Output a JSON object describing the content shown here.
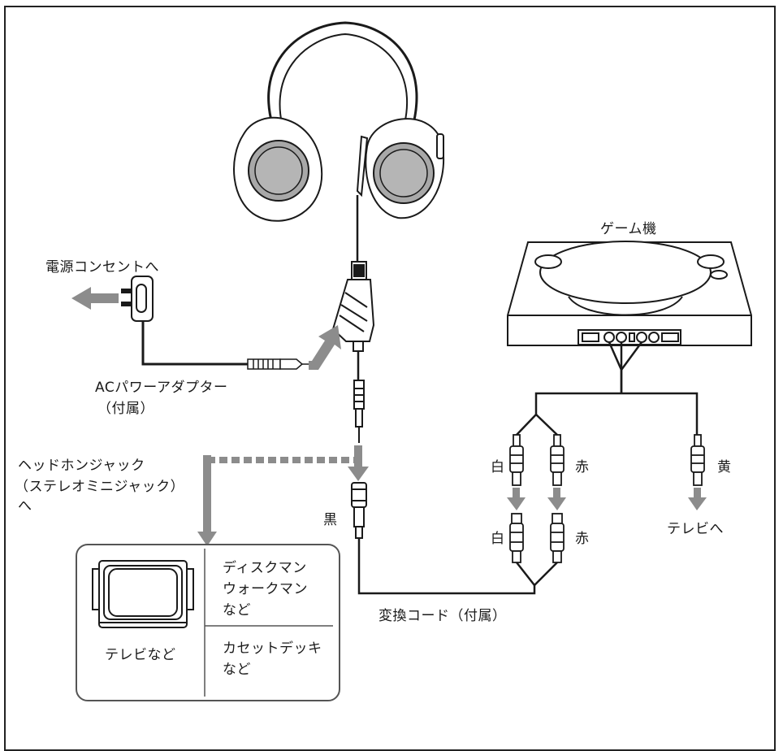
{
  "labels": {
    "game_console": "ゲーム機",
    "outlet": "電源コンセントへ",
    "ac_adapter_line1": "ACパワーアダプター",
    "ac_adapter_line2": "（付属）",
    "headphone_jack_line1": "ヘッドホンジャック",
    "headphone_jack_line2": "（ステレオミニジャック）",
    "headphone_jack_line3": "へ",
    "black": "黒",
    "white_top": "白",
    "red_top": "赤",
    "yellow": "黄",
    "white_bottom": "白",
    "red_bottom": "赤",
    "to_tv": "テレビへ",
    "conversion_cord": "変換コード（付属）"
  },
  "device_box": {
    "tv_etc": "テレビなど",
    "discman_line1": "ディスクマン",
    "discman_line2": "ウォークマン",
    "discman_line3": "など",
    "cassette_line1": "カセットデッキ",
    "cassette_line2": "など"
  },
  "colors": {
    "line": "#1a1a1a",
    "arrow_gray": "#8c8c8c",
    "earcup_gray": "#a8a8a8",
    "box_border": "#555555"
  }
}
